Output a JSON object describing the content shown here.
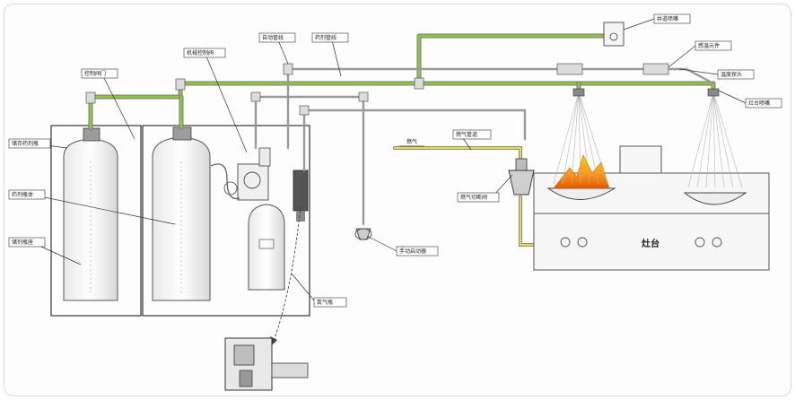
{
  "colors": {
    "pipe_green": "#8dc63f",
    "pipe_gray": "#c8c8c8",
    "gas_pipe": "#e6d85c",
    "line": "#333333",
    "flame_outer": "#f7941d",
    "flame_inner": "#ffd200",
    "spray": "#b0b0b0"
  },
  "labels": {
    "nozzle_top": "井道喷嘴",
    "actuator": "感温元件",
    "detector": "温度探头",
    "stove_nozzle": "灶台喷嘴",
    "pipe_a": "自动管线",
    "pipe_b": "药剂管线",
    "mech_ctrl": "机械控制阀",
    "ctrl_valve": "控制阀门",
    "agent_bottle": "储存药剂瓶",
    "agent_body": "药剂瓶体",
    "bottle_base": "储剂瓶座",
    "gas_label": "燃气",
    "gas_pipe": "燃气管道",
    "gas_valve": "燃气切断阀",
    "manual": "手动启动器",
    "nitrogen": "氮气瓶",
    "stove": "灶台"
  }
}
